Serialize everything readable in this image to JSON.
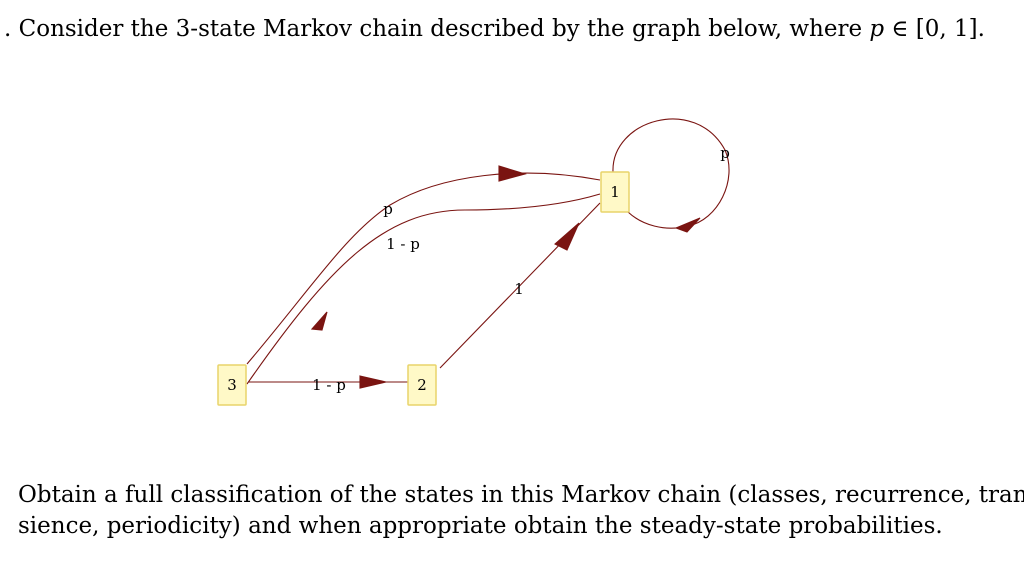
{
  "question": {
    "prefix": ". Consider the 3-state Markov chain described by the graph below, where ",
    "var": "p",
    "relation": " ∈ ",
    "interval": "[0, 1].",
    "instruction_line1": "Obtain a full classification of the states in this Markov chain (classes, recurrence, tran-",
    "instruction_line2": "sience, periodicity) and when appropriate obtain the steady-state probabilities."
  },
  "graph": {
    "nodes": [
      {
        "id": "1",
        "label": "1"
      },
      {
        "id": "2",
        "label": "2"
      },
      {
        "id": "3",
        "label": "3"
      }
    ],
    "edges": [
      {
        "from": "1",
        "to": "1",
        "label": "p"
      },
      {
        "from": "3",
        "to": "1",
        "label": "p"
      },
      {
        "from": "1",
        "to": "3",
        "label": "1 - p"
      },
      {
        "from": "3",
        "to": "2",
        "label": "1 - p"
      },
      {
        "from": "2",
        "to": "1",
        "label": "1"
      }
    ],
    "colors": {
      "edge": "#7a1411",
      "node_fill": "#fff9c7",
      "node_border": "#e8d46a",
      "label": "#000000"
    }
  }
}
